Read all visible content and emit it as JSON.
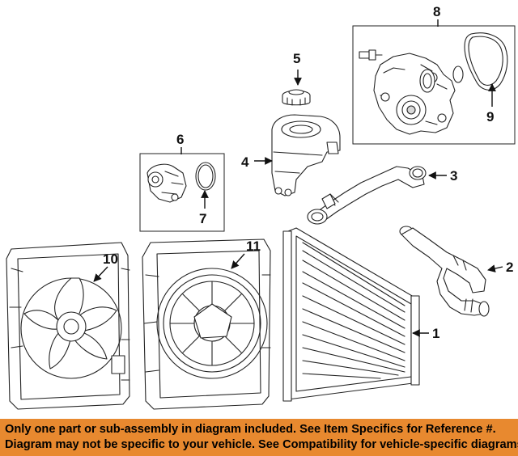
{
  "callouts": {
    "c1": "1",
    "c2": "2",
    "c3": "3",
    "c4": "4",
    "c5": "5",
    "c6": "6",
    "c7": "7",
    "c8": "8",
    "c9": "9",
    "c10": "10",
    "c11": "11"
  },
  "banner": {
    "line1": "Only one part or sub-assembly in diagram included. See Item Specifics for Reference #.",
    "line2": "Diagram may not be specific to your vehicle. See Compatibility for vehicle-specific diagrams.",
    "background_color": "#e8892f",
    "text_color": "#000000"
  }
}
